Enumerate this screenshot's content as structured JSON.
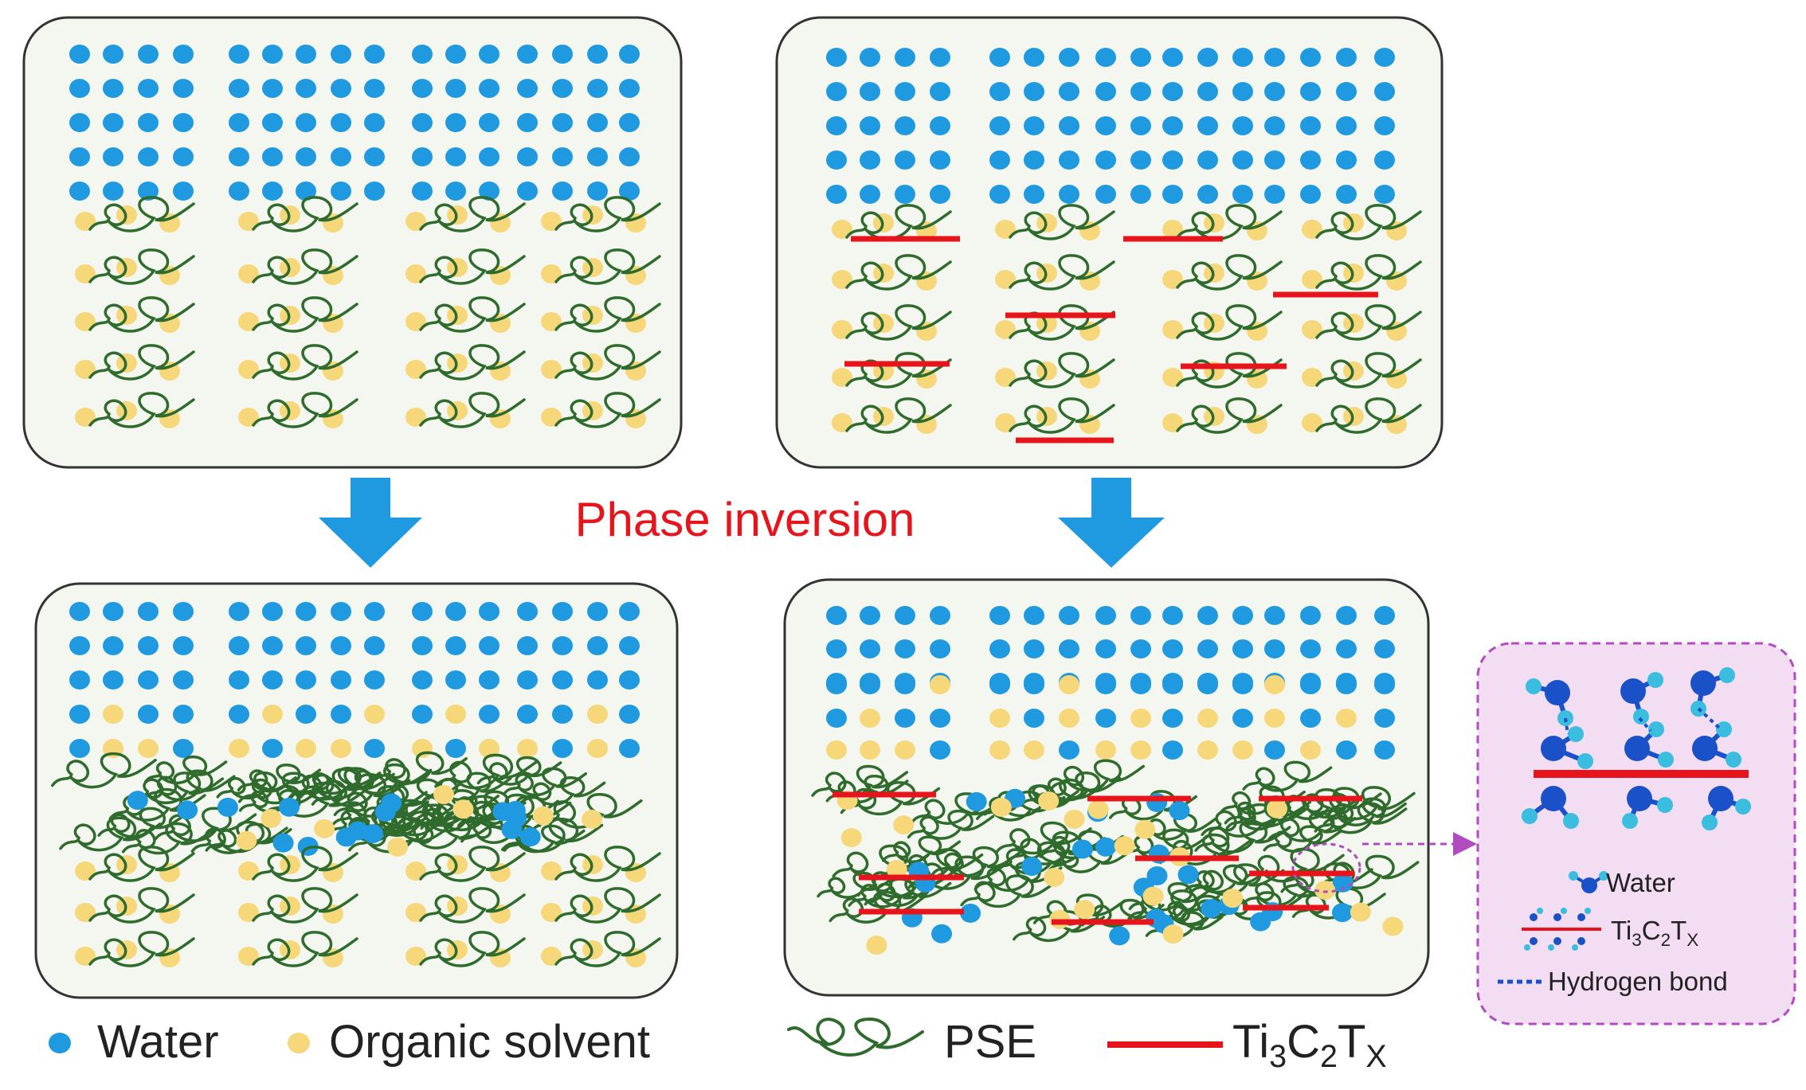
{
  "title": "Phase inversion",
  "colors": {
    "water": "#1f9ae0",
    "organic_solvent": "#f6d77a",
    "pse": "#2e6b2c",
    "ti3c2tx": "#e8141c",
    "title": "#e8141c",
    "arrow": "#1f9ae0",
    "inset_border": "#b04bc0",
    "molecule": "#1a50c8",
    "molecule_h": "#3bbde0"
  },
  "panels": [
    {
      "name": "pse-before",
      "contains_mxene": false,
      "stage": "before phase inversion"
    },
    {
      "name": "mxene-before",
      "contains_mxene": true,
      "stage": "before phase inversion"
    },
    {
      "name": "pse-after",
      "contains_mxene": false,
      "stage": "after phase inversion"
    },
    {
      "name": "mxene-after",
      "contains_mxene": true,
      "stage": "after phase inversion"
    }
  ],
  "legend": {
    "water": "Water",
    "organic_solvent": "Organic solvent",
    "pse": "PSE",
    "mxene": {
      "base": "Ti",
      "s1": "3",
      "m": "C",
      "s2": "2",
      "t": "T",
      "s3": "X"
    }
  },
  "inset": {
    "water": "Water",
    "mxene": {
      "base": "Ti",
      "s1": "3",
      "m": "C",
      "s2": "2",
      "t": "T",
      "s3": "X"
    },
    "hbond": "Hydrogen bond"
  }
}
